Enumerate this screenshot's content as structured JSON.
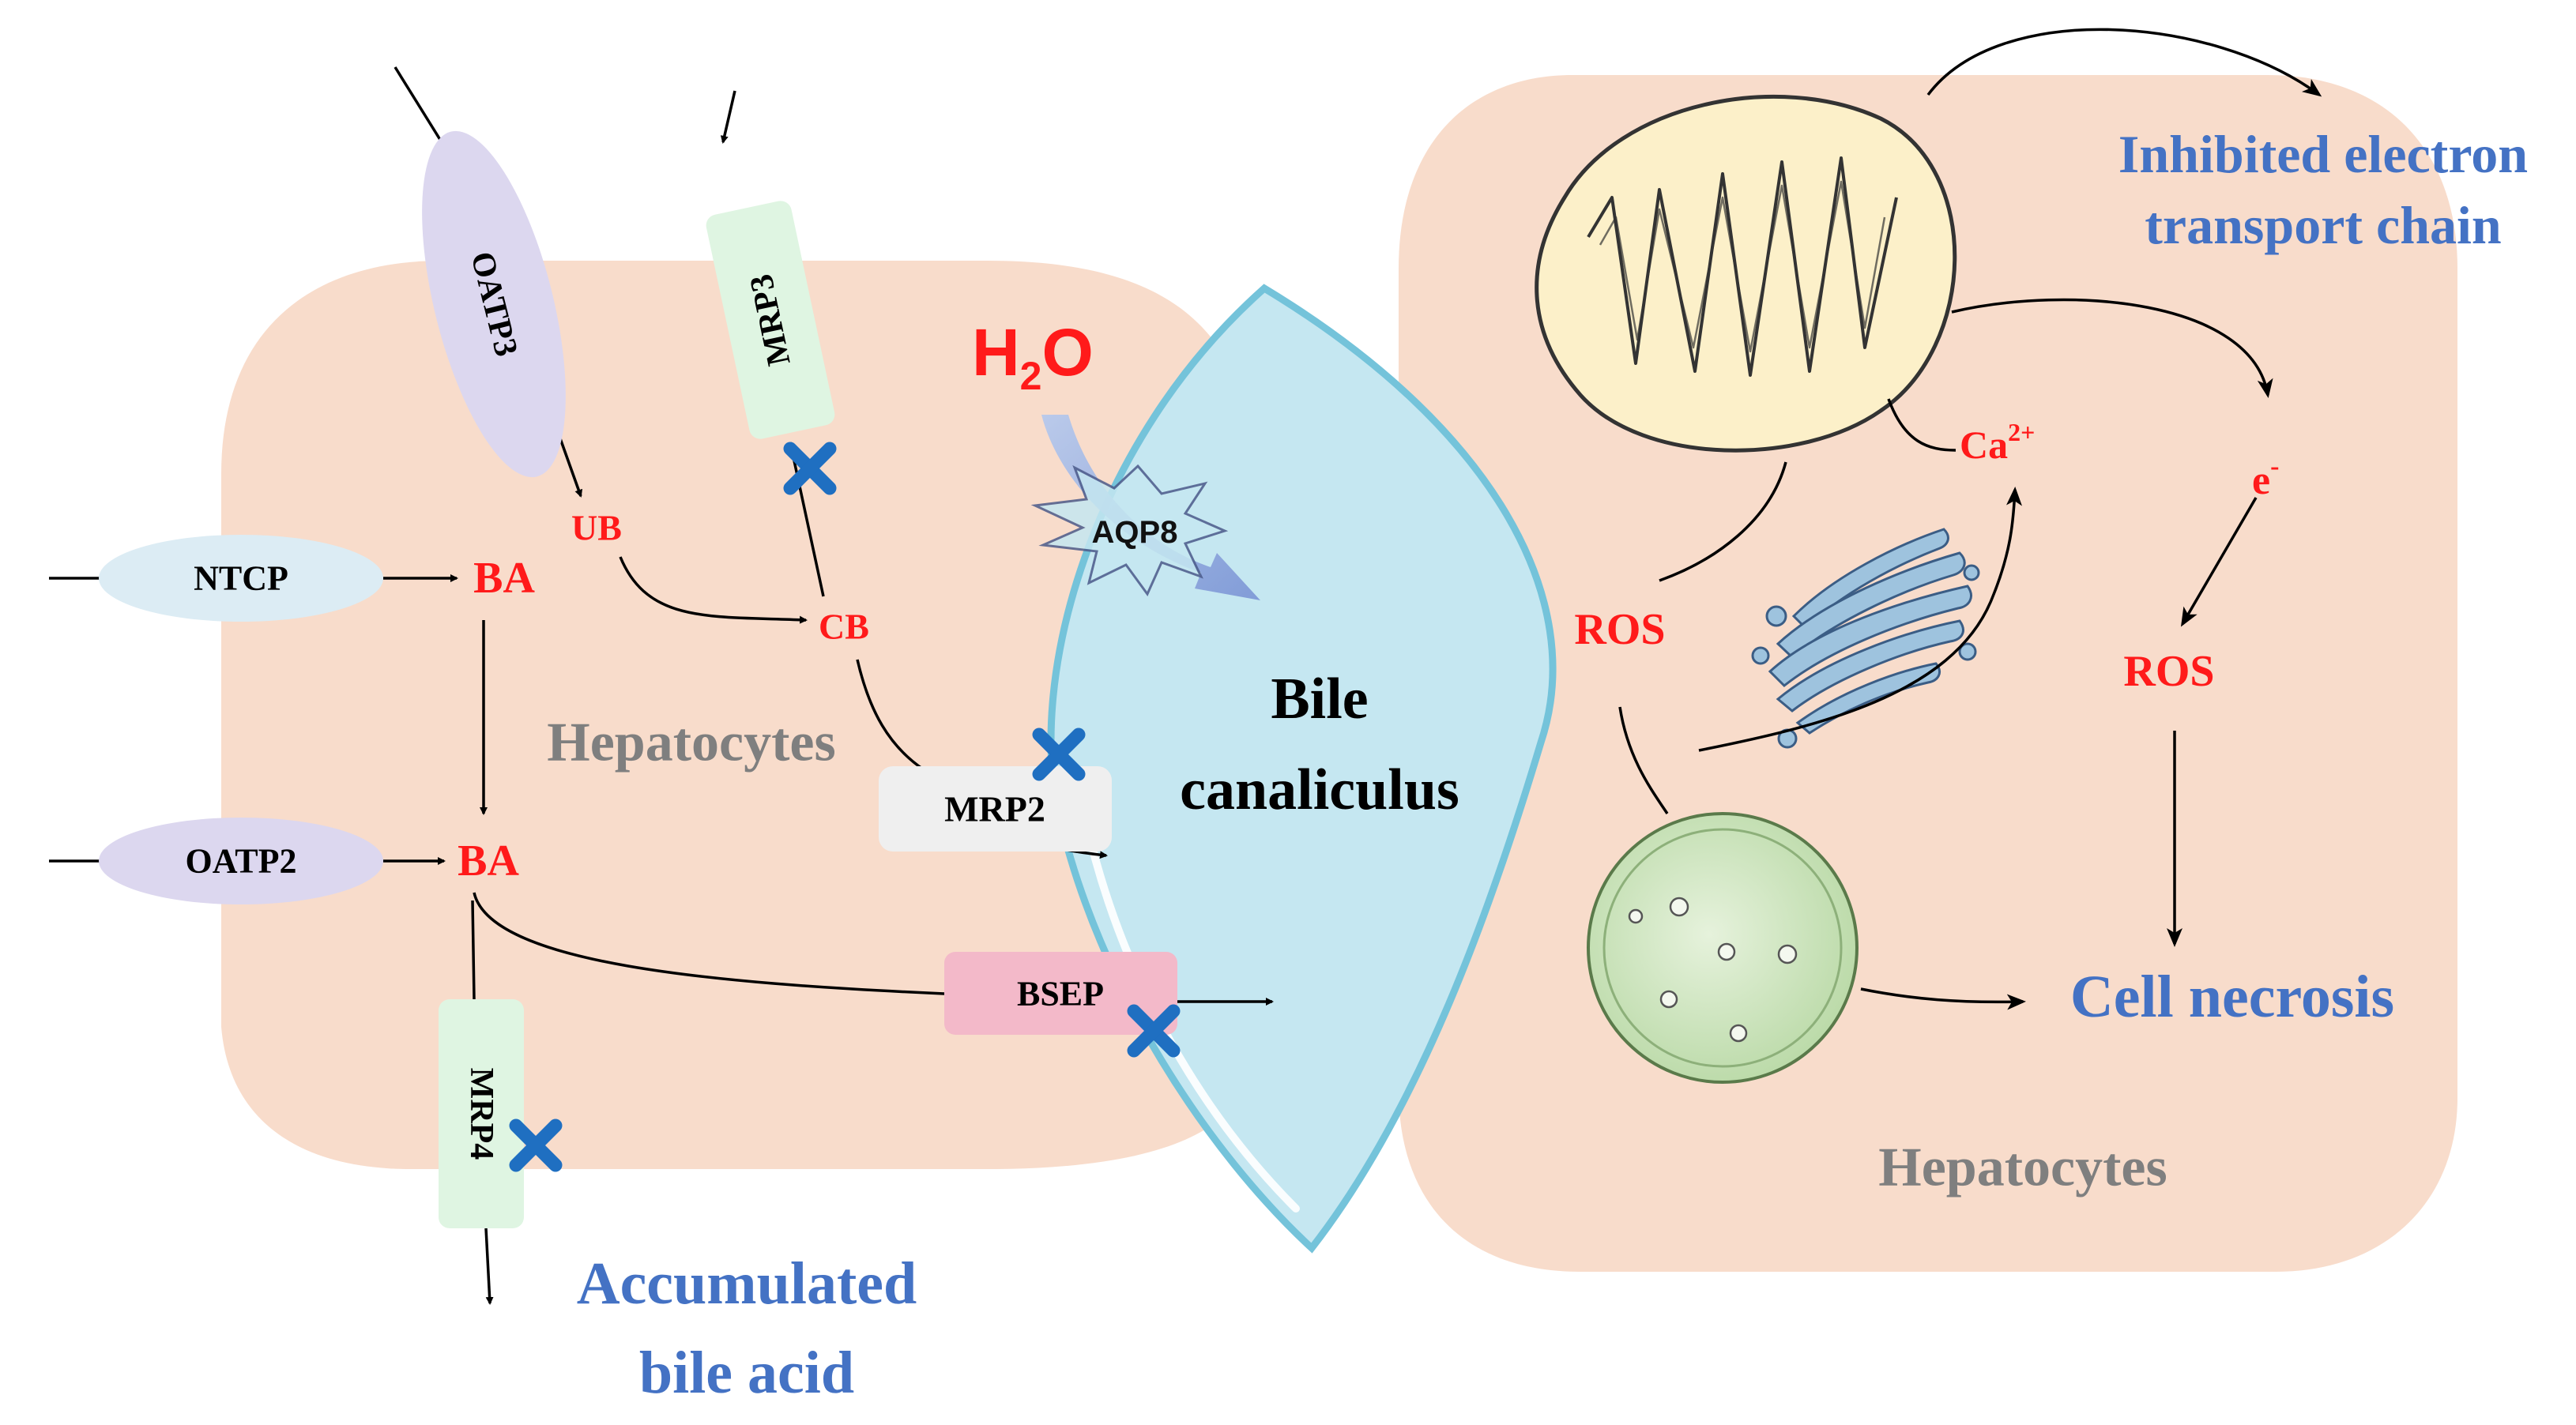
{
  "colors": {
    "cell": "#f8dccb",
    "canal_fill": "#c5e7f1",
    "canal_stroke": "#74c3da",
    "oatp": "#dcd7ef",
    "ntcp": "#dcecf4",
    "mrp_green": "#dff5e2",
    "mrp2_gray": "#efefef",
    "bsep_pink": "#f3b9c9",
    "red_text": "#ff1a1a",
    "blue_text": "#4472c4",
    "gray_text": "#7f7f7f",
    "block_x": "#1f6fc1"
  },
  "icons": {
    "block": "x-mark-icon",
    "aqp8": "starburst-icon",
    "mitochondrion": "mitochondrion-icon",
    "golgi": "golgi-icon",
    "lysosome": "lysosome-icon"
  },
  "labels": {
    "oatp3": "OATP3",
    "mrp3": "MRP3",
    "ntcp": "NTCP",
    "oatp2": "OATP2",
    "mrp2": "MRP2",
    "mrp4": "MRP4",
    "bsep": "BSEP",
    "aqp8": "AQP8",
    "ub": "UB",
    "cb": "CB",
    "ba_top": "BA",
    "ba_bottom": "BA",
    "h2o_h": "H",
    "h2o_sub": "2",
    "h2o_o": "O",
    "hepatocytes_left": "Hepatocytes",
    "hepatocytes_right": "Hepatocytes",
    "bile_line1": "Bile",
    "bile_line2": "canaliculus",
    "accumulated_line1": "Accumulated",
    "accumulated_line2": "bile acid",
    "etc_line1": "Inhibited electron",
    "etc_line2": "transport chain",
    "ca_base": "Ca",
    "ca_sup": "2+",
    "e_base": "e",
    "e_sup": "-",
    "ros_left": "ROS",
    "ros_right": "ROS",
    "necrosis": "Cell necrosis"
  }
}
